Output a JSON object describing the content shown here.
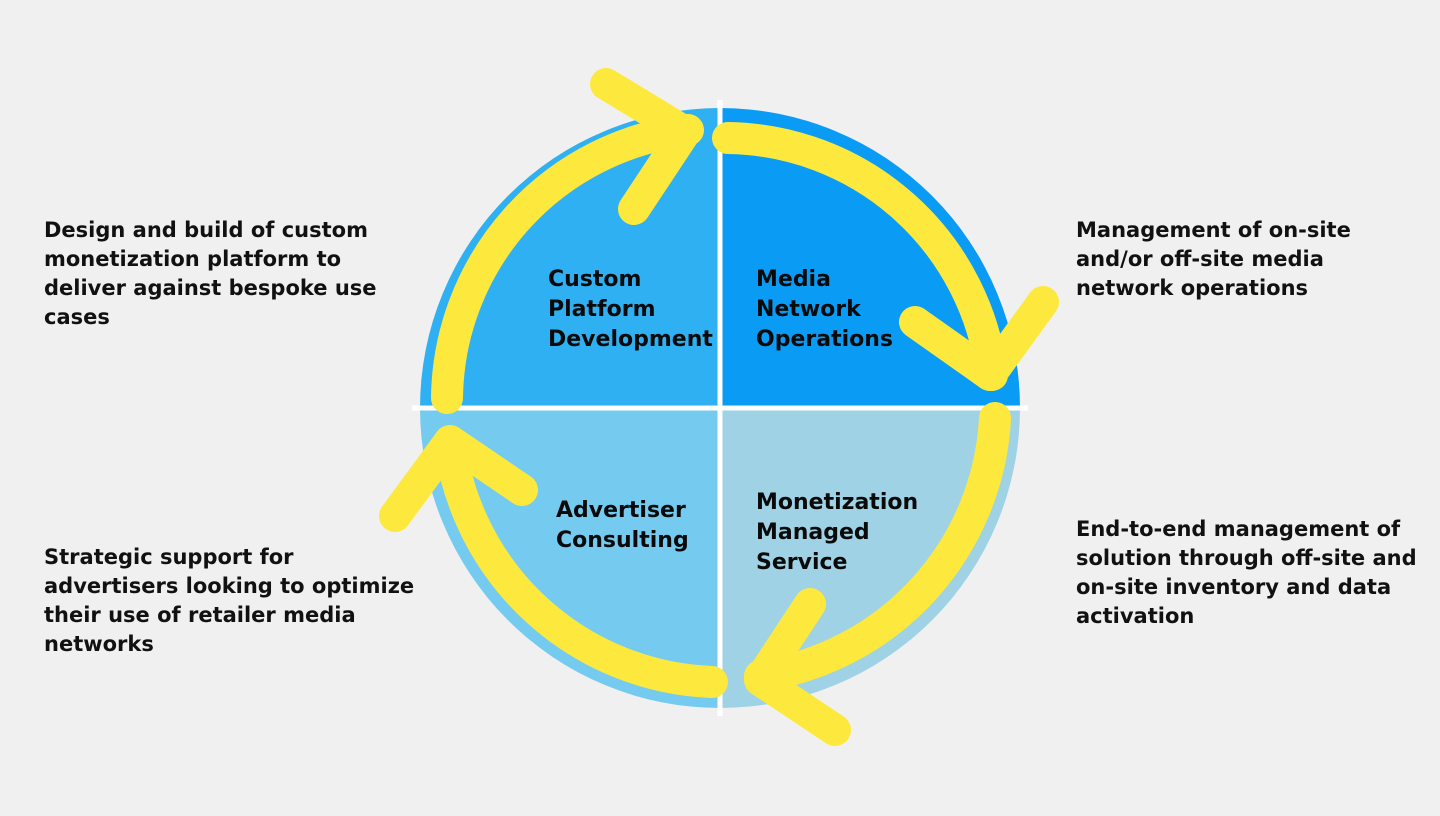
{
  "quadrants": {
    "top_left": {
      "label_lines": [
        "Custom",
        "Platform",
        "Development"
      ],
      "color": "#2fb0f2"
    },
    "top_right": {
      "label_lines": [
        "Media",
        "Network",
        "Operations"
      ],
      "color": "#0a9bf5"
    },
    "bottom_left": {
      "label_lines": [
        "Advertiser",
        "Consulting"
      ],
      "color": "#74cbef"
    },
    "bottom_right": {
      "label_lines": [
        "Monetization",
        "Managed",
        "Service"
      ],
      "color": "#9ed2e4"
    }
  },
  "descriptions": {
    "top_left": "Design and build of custom monetization platform to deliver against bespoke use cases",
    "top_right": "Management of on-site and/or off-site media network operations",
    "bottom_left": "Strategic support for advertisers looking to optimize their use of retailer media networks",
    "bottom_right": "End-to-end management of solution through off-site and on-site inventory and data activation"
  },
  "colors": {
    "background": "#f0f0f0",
    "arrow": "#fde93e",
    "divider": "#ffffff",
    "text": "#111111"
  }
}
